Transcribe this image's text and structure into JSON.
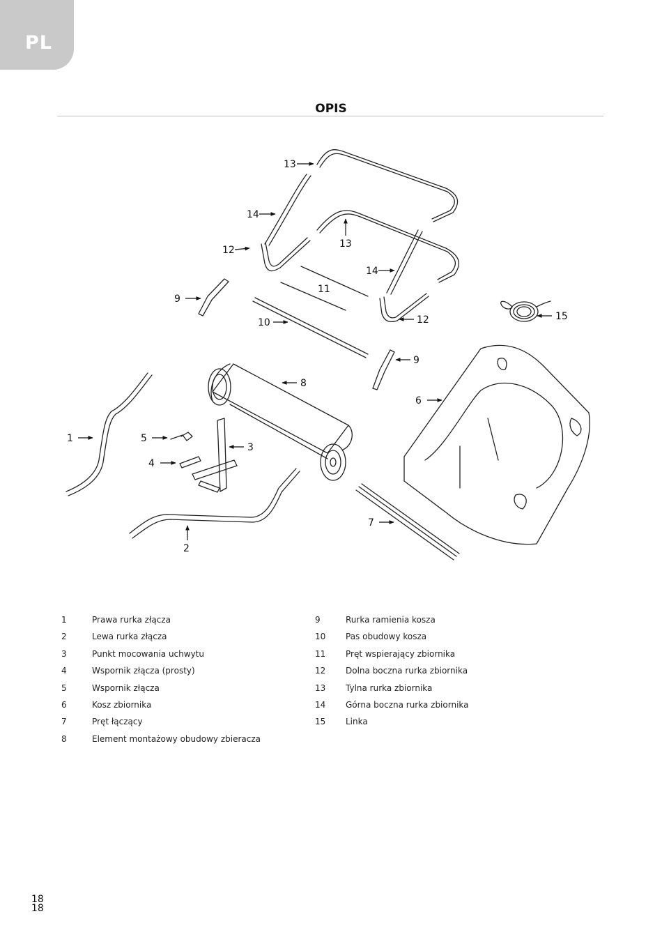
{
  "header": {
    "lang_tab": "PL",
    "title": "OPIS"
  },
  "callouts": [
    "1",
    "2",
    "3",
    "4",
    "5",
    "6",
    "7",
    "8",
    "9",
    "9",
    "10",
    "11",
    "12",
    "12",
    "13",
    "13",
    "14",
    "14",
    "15"
  ],
  "legend": {
    "left": [
      {
        "num": "1",
        "text": "Prawa rurka złącza"
      },
      {
        "num": "2",
        "text": "Lewa rurka złącza"
      },
      {
        "num": "3",
        "text": "Punkt mocowania uchwytu"
      },
      {
        "num": "4",
        "text": "Wspornik złącza (prosty)"
      },
      {
        "num": "5",
        "text": "Wspornik złącza"
      },
      {
        "num": "6",
        "text": "Kosz zbiornika"
      },
      {
        "num": "7",
        "text": "Pręt łączący"
      },
      {
        "num": "8",
        "text": "Element montażowy obudowy zbieracza"
      }
    ],
    "right": [
      {
        "num": "9",
        "text": "Rurka ramienia kosza"
      },
      {
        "num": "10",
        "text": "Pas obudowy kosza"
      },
      {
        "num": "11",
        "text": "Pręt wspierający zbiornika"
      },
      {
        "num": "12",
        "text": "Dolna boczna rurka zbiornika"
      },
      {
        "num": "13",
        "text": "Tylna rurka zbiornika"
      },
      {
        "num": "14",
        "text": "Górna boczna rurka zbiornika"
      },
      {
        "num": "15",
        "text": "Linka"
      }
    ]
  },
  "footer": {
    "page_number_1": "18",
    "page_number_2": "18"
  }
}
